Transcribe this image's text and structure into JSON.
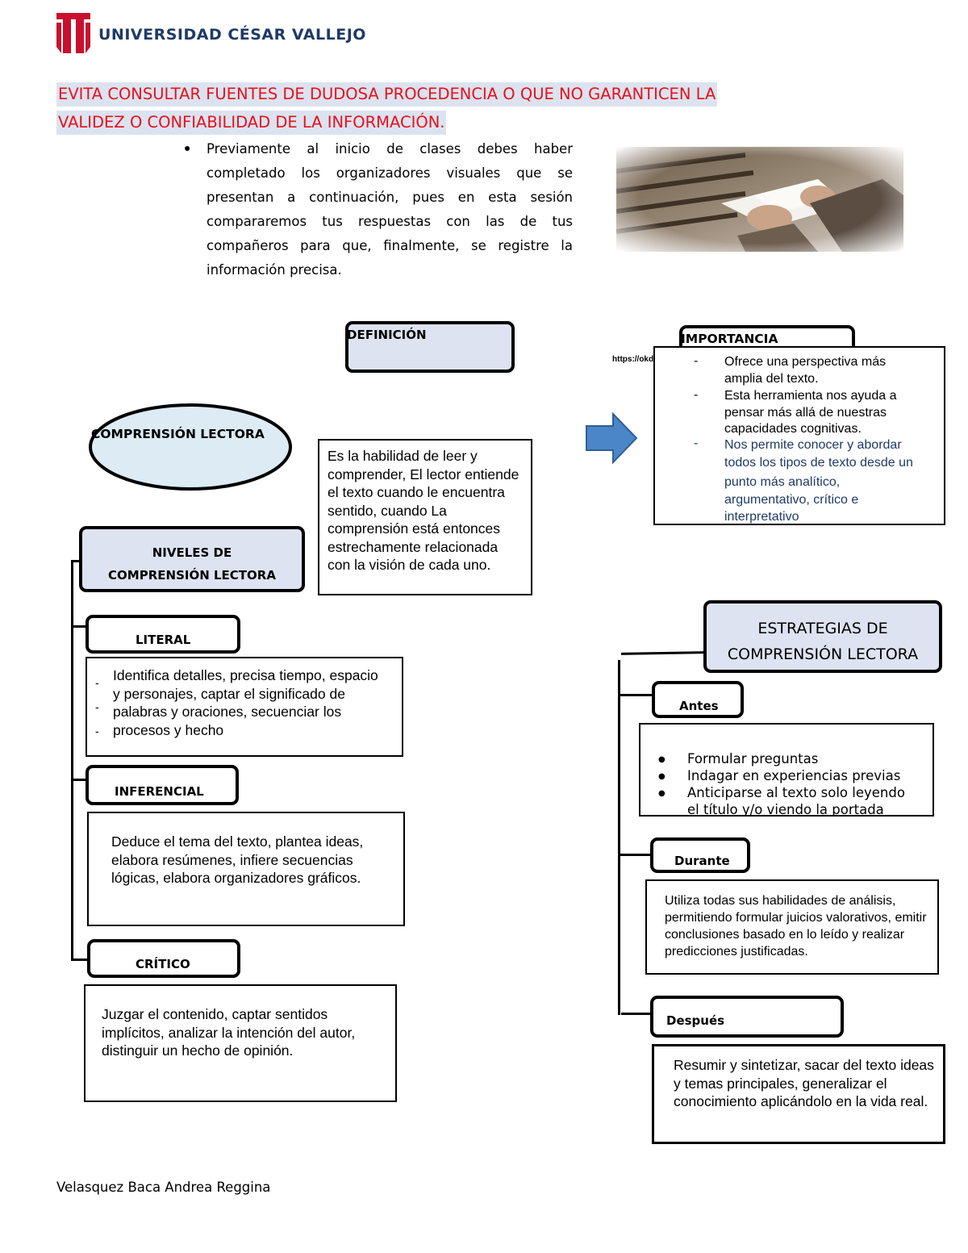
{
  "header": {
    "logo_text": "UNIVERSIDAD CÉSAR VALLEJO",
    "brand_color": "#c8102e"
  },
  "warning": {
    "line1": "EVITA CONSULTAR FUENTES DE DUDOSA PROCEDENCIA O QUE NO GARANTICEN LA",
    "line2": "VALIDEZ O CONFIABILIDAD DE LA INFORMACIÓN.",
    "color": "#e8101a"
  },
  "intro": {
    "bullet": "●",
    "text": "Previamente al inicio de clases debes haber completado los organizadores visuales que se presentan a continuación, pues en esta sesión compararemos tus respuestas con las de tus compañeros para que, finalmente, se registre la información precisa."
  },
  "diagram": {
    "definicion_label": "DEFINICIÓN",
    "main_concept": "COMPRENSIÓN LECTORA",
    "definition_text": "Es la habilidad de leer y comprender, El lector entiende el texto cuando le encuentra sentido, cuando La comprensión está entonces estrechamente relacionada con la visión de cada uno.",
    "importancia_label": "IMPORTANCIA",
    "url_fragment": "https://okd",
    "importancia_items": [
      {
        "dash": "-",
        "text": "Ofrece una perspectiva más amplia del texto."
      },
      {
        "dash": "-",
        "text": "Esta herramienta nos ayuda a pensar más allá de nuestras capacidades cognitivas."
      },
      {
        "dash": "-",
        "text": "Nos permite conocer y abordar todos los tipos de texto desde un"
      }
    ],
    "importancia_continuation": [
      "punto más analítico,",
      "argumentativo, crítico e",
      "interpretativo"
    ],
    "niveles": {
      "title_line1": "NIVELES DE",
      "title_line2": "COMPRENSIÓN LECTORA",
      "literal_label": "LITERAL",
      "literal_text": "Identifica detalles, precisa tiempo, espacio y personajes, captar el significado de palabras y oraciones, secuenciar los procesos y hecho",
      "literal_dashes": [
        "-",
        "-",
        "-"
      ],
      "inferencial_label": "INFERENCIAL",
      "inferencial_text": "Deduce el tema del texto, plantea ideas, elabora resúmenes, infiere secuencias lógicas, elabora organizadores gráficos.",
      "critico_label": "CRÍTICO",
      "critico_text": "Juzgar el contenido, captar sentidos implícitos, analizar la intención del autor, distinguir un hecho de opinión."
    },
    "estrategias": {
      "title_line1": "ESTRATEGIAS DE",
      "title_line2": "COMPRENSIÓN LECTORA",
      "antes_label": "Antes",
      "antes_items": [
        "Formular preguntas",
        "Indagar en experiencias previas",
        "Anticiparse al texto solo leyendo",
        "el título y/o viendo la portada"
      ],
      "durante_label": "Durante",
      "durante_text": "Utiliza todas sus habilidades de análisis, permitiendo formular juicios valorativos, emitir conclusiones basado en lo leído y realizar predicciones justificadas.",
      "despues_label": "Después",
      "despues_text": "Resumir y sintetizar, sacar del texto ideas y temas principales, generalizar el conocimiento aplicándolo en la vida real."
    },
    "arrow_color": "#4a86c8",
    "ellipse_color": "#dcebf4",
    "box_blue": "#dde3f0"
  },
  "footer": {
    "author": "Velasquez Baca Andrea Reggina"
  }
}
